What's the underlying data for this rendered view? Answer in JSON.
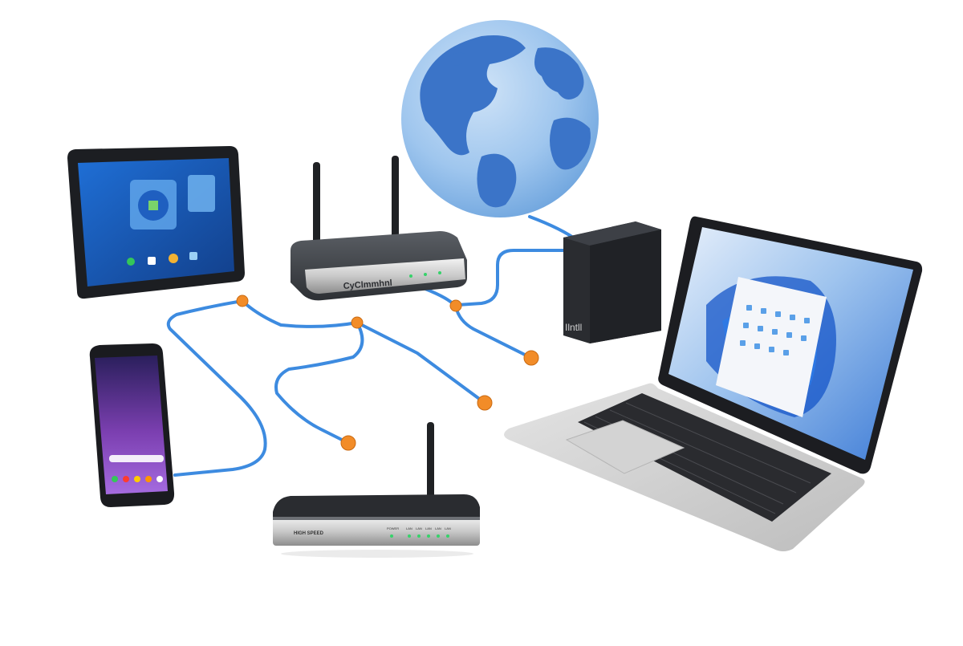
{
  "devices": {
    "router_top": {
      "label": "CyClmmhnl"
    },
    "router_bottom": {
      "label": "HIGH SPEED",
      "ports": [
        "POWER",
        "LAN",
        "LAN",
        "LAN",
        "LAN",
        "LAN"
      ]
    },
    "server": {
      "label": "Ilntll"
    }
  },
  "colors": {
    "cable": "#3d8be0",
    "node": "#f28c28",
    "globe_ocean": "#5b9be0",
    "globe_land": "#3b74c8",
    "device_dark": "#2c2f33",
    "screen_blue": "#1b5fc2"
  }
}
